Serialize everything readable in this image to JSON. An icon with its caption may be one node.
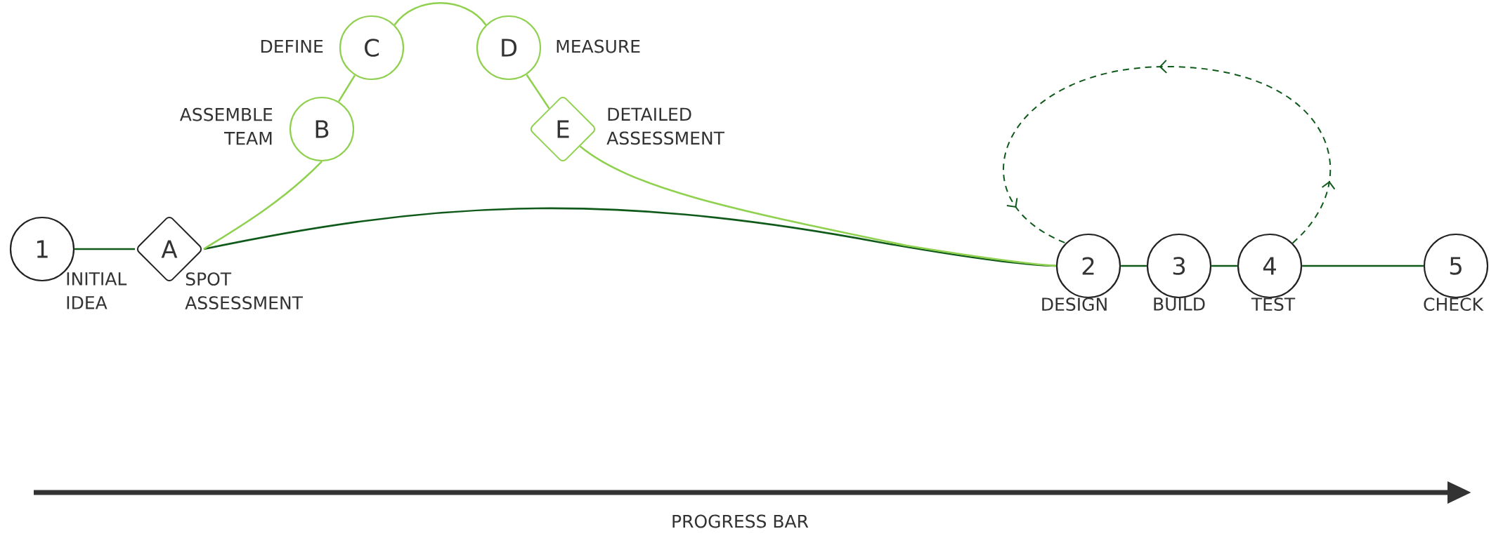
{
  "diagram": {
    "nodes": [
      {
        "text": [
          "1"
        ],
        "beside": [
          "INITIAL IDEA"
        ]
      },
      {
        "text": [
          "A"
        ],
        "beside": [
          "SPOT ASSESSMENT"
        ]
      },
      {
        "text": [
          "B"
        ],
        "beside": [
          "ASSEMBLE TEAM"
        ]
      },
      {
        "text": [
          "C"
        ],
        "beside": [
          "DEFINE"
        ]
      },
      {
        "text": [
          "D"
        ],
        "beside": [
          "MEASURE"
        ]
      },
      {
        "text": [
          "E"
        ],
        "beside": [
          "DETAILED ASSESSMENT"
        ]
      },
      {
        "text": [
          "2"
        ],
        "beside": [
          "DESIGN"
        ]
      },
      {
        "text": [
          "3"
        ],
        "beside": [
          "BUILD"
        ]
      },
      {
        "text": [
          "4"
        ],
        "beside": [
          "TEST"
        ]
      },
      {
        "text": [
          "5"
        ],
        "beside": [
          "CHECK"
        ]
      }
    ],
    "edges": [
      {
        "from": 0,
        "to": 1,
        "arrow": "none"
      },
      {
        "from": 1,
        "to": 6,
        "arrow": "none"
      },
      {
        "from": 1,
        "to": 2,
        "arrow": "none",
        "color": "#8fd14f"
      },
      {
        "from": 2,
        "to": 3,
        "arrow": "none",
        "color": "#8fd14f"
      },
      {
        "from": 3,
        "to": 4,
        "arrow": "none",
        "color": "#8fd14f"
      },
      {
        "from": 4,
        "to": 5,
        "arrow": "none",
        "color": "#8fd14f"
      },
      {
        "from": 5,
        "to": 6,
        "arrow": "none",
        "color": "#8fd14f"
      },
      {
        "from": 6,
        "to": 7,
        "arrow": "none"
      },
      {
        "from": 7,
        "to": 8,
        "arrow": "none"
      },
      {
        "from": 8,
        "to": 9,
        "arrow": "none"
      },
      {
        "from": 8,
        "to": 6,
        "arrow": "to",
        "style": "dashed"
      }
    ],
    "labels": [
      "PROGRESS BAR"
    ]
  }
}
